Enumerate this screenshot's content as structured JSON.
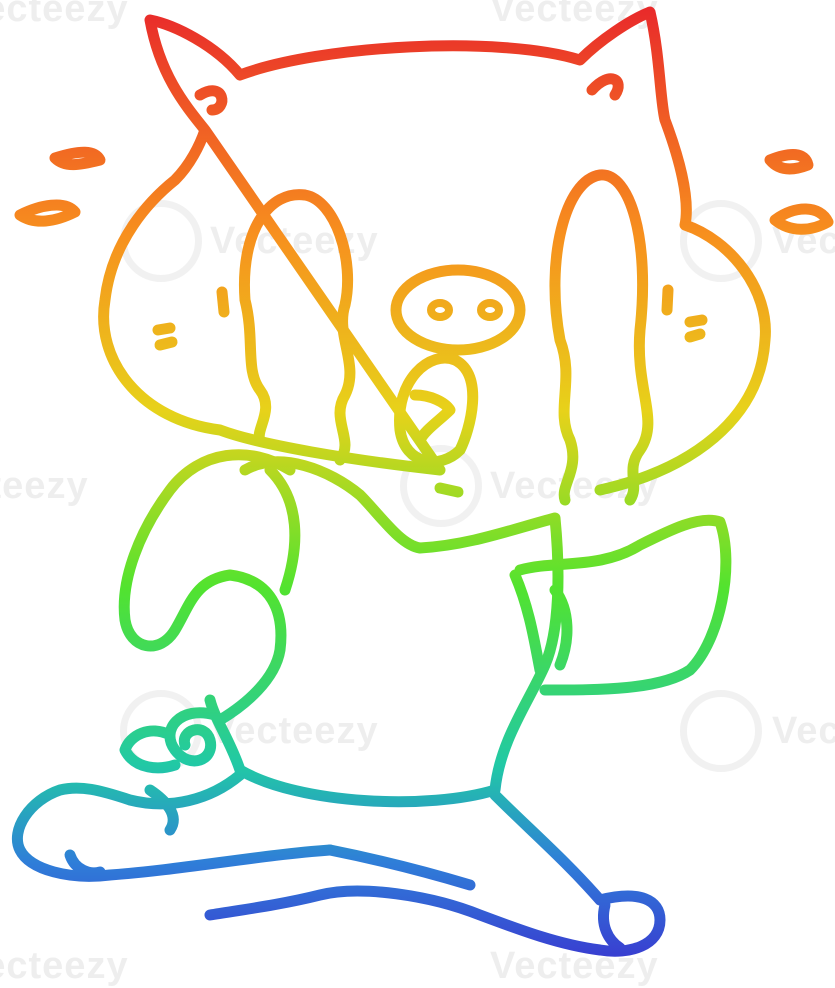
{
  "image": {
    "subject": "crying-pig-running-cartoon",
    "style": "rainbow-gradient-line-art",
    "colors": {
      "red": "#e8262b",
      "orange": "#f7901e",
      "yellow": "#e7d21a",
      "green": "#52e32f",
      "teal": "#21c9a5",
      "blue": "#2f7ed8",
      "violet": "#3b2fcf",
      "background": "#ffffff"
    }
  },
  "watermark": {
    "text": "Vecteezy"
  }
}
